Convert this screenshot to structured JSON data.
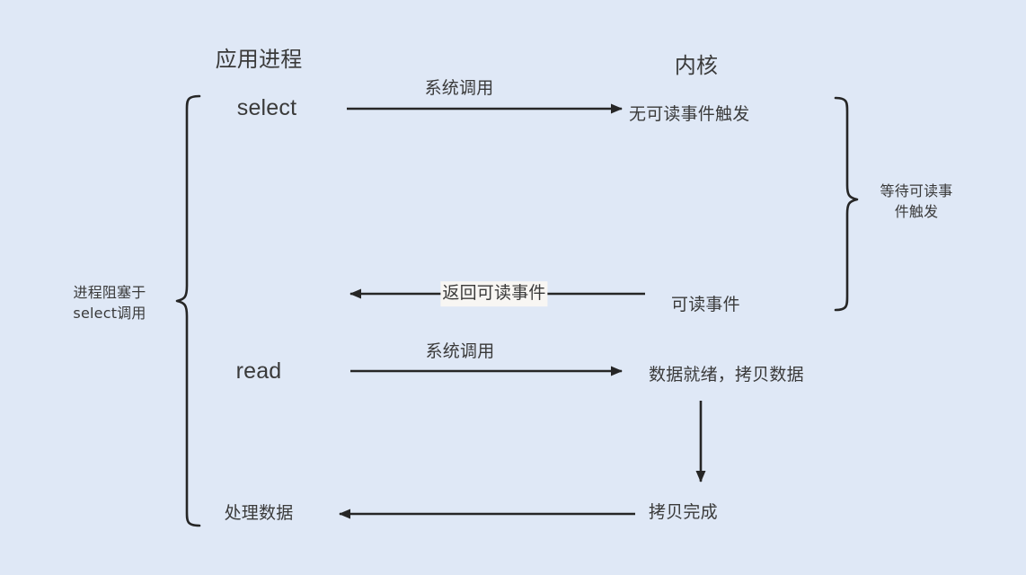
{
  "diagram": {
    "title": "select IO multiplexing flow",
    "background_color": "#dfe8f6",
    "stroke_color": "#262626",
    "text_color": "#3a3a3a",
    "label_backing_color": "#f8f6f3"
  },
  "headers": {
    "app_process": "应用进程",
    "kernel": "内核"
  },
  "app_side": {
    "select_call": "select",
    "read_call": "read",
    "process_data": "处理数据"
  },
  "kernel_side": {
    "no_readable_event": "无可读事件触发",
    "readable_event": "可读事件",
    "data_ready_copy": "数据就绪，拷贝数据",
    "copy_done": "拷贝完成"
  },
  "arrows": {
    "syscall_select": "系统调用",
    "return_readable_event": "返回可读事件",
    "syscall_read": "系统调用"
  },
  "braces": {
    "left_label_line1": "进程阻塞于",
    "left_label_line2": "select调用",
    "right_label_line1": "等待可读事",
    "right_label_line2": "件触发"
  }
}
